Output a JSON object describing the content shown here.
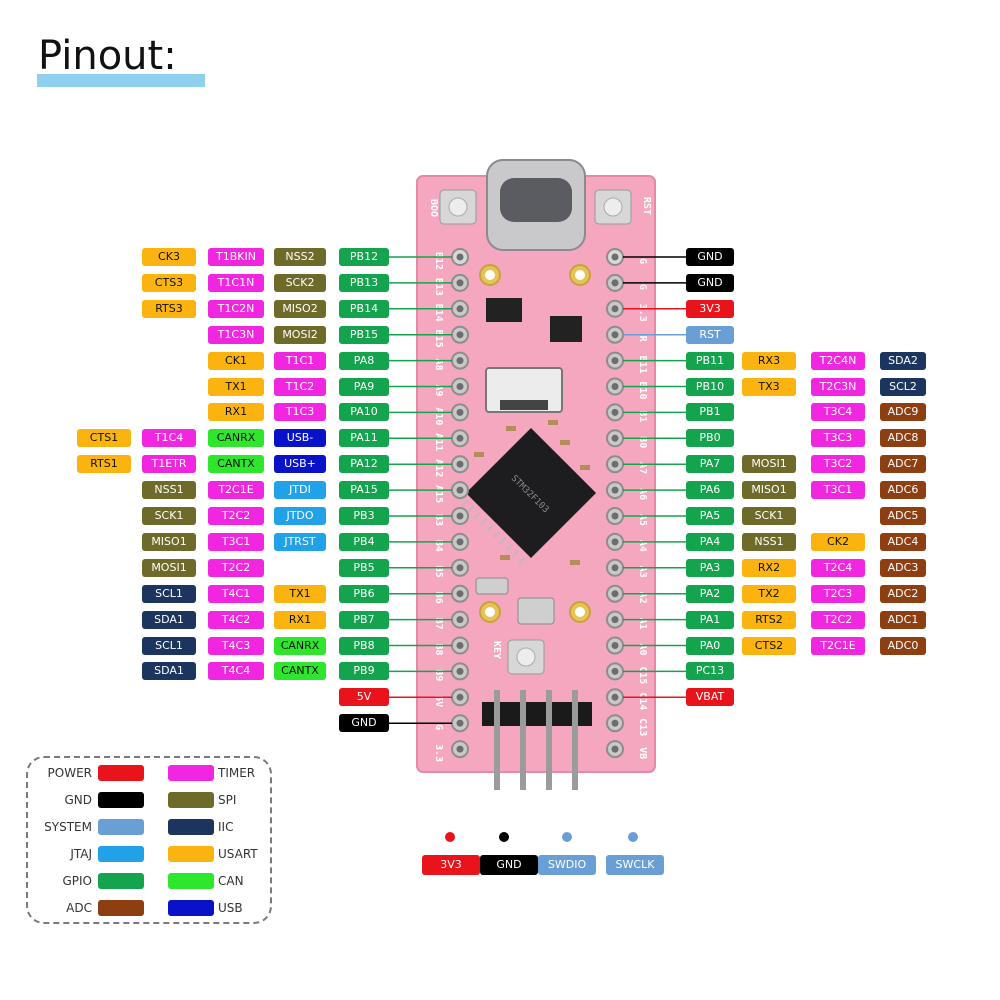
{
  "title": "Pinout:",
  "colors": {
    "POWER": "#e8131b",
    "GND": "#000000",
    "SYSTEM": "#6a9fd5",
    "JTAG": "#21a1e8",
    "GPIO": "#14a44d",
    "ADC": "#8e3f12",
    "TIMER": "#f026e0",
    "SPI": "#6e6b2a",
    "IIC": "#1c355e",
    "USART": "#fbb40f",
    "CAN": "#2ee62c",
    "USB": "#0a12c9"
  },
  "left_pins": [
    {
      "pin": "PB12",
      "funcs": [
        [
          "NSS2",
          "SPI"
        ],
        [
          "T1BKIN",
          "TIMER"
        ],
        [
          "CK3",
          "USART"
        ]
      ]
    },
    {
      "pin": "PB13",
      "funcs": [
        [
          "SCK2",
          "SPI"
        ],
        [
          "T1C1N",
          "TIMER"
        ],
        [
          "CTS3",
          "USART"
        ]
      ]
    },
    {
      "pin": "PB14",
      "funcs": [
        [
          "MISO2",
          "SPI"
        ],
        [
          "T1C2N",
          "TIMER"
        ],
        [
          "RTS3",
          "USART"
        ]
      ]
    },
    {
      "pin": "PB15",
      "funcs": [
        [
          "MOSI2",
          "SPI"
        ],
        [
          "T1C3N",
          "TIMER"
        ]
      ]
    },
    {
      "pin": "PA8",
      "funcs": [
        [
          "T1C1",
          "TIMER"
        ],
        [
          "CK1",
          "USART"
        ]
      ]
    },
    {
      "pin": "PA9",
      "funcs": [
        [
          "T1C2",
          "TIMER"
        ],
        [
          "TX1",
          "USART"
        ]
      ]
    },
    {
      "pin": "PA10",
      "funcs": [
        [
          "T1C3",
          "TIMER"
        ],
        [
          "RX1",
          "USART"
        ]
      ]
    },
    {
      "pin": "PA11",
      "funcs": [
        [
          "USB-",
          "USB"
        ],
        [
          "CANRX",
          "CAN"
        ],
        [
          "T1C4",
          "TIMER"
        ],
        [
          "CTS1",
          "USART"
        ]
      ]
    },
    {
      "pin": "PA12",
      "funcs": [
        [
          "USB+",
          "USB"
        ],
        [
          "CANTX",
          "CAN"
        ],
        [
          "T1ETR",
          "TIMER"
        ],
        [
          "RTS1",
          "USART"
        ]
      ]
    },
    {
      "pin": "PA15",
      "funcs": [
        [
          "JTDI",
          "JTAG"
        ],
        [
          "T2C1E",
          "TIMER"
        ],
        [
          "NSS1",
          "SPI"
        ]
      ]
    },
    {
      "pin": "PB3",
      "funcs": [
        [
          "JTDO",
          "JTAG"
        ],
        [
          "T2C2",
          "TIMER"
        ],
        [
          "SCK1",
          "SPI"
        ]
      ]
    },
    {
      "pin": "PB4",
      "funcs": [
        [
          "JTRST",
          "JTAG"
        ],
        [
          "T3C1",
          "TIMER"
        ],
        [
          "MISO1",
          "SPI"
        ]
      ]
    },
    {
      "pin": "PB5",
      "funcs": [
        null,
        [
          "T2C2",
          "TIMER"
        ],
        [
          "MOSI1",
          "SPI"
        ]
      ]
    },
    {
      "pin": "PB6",
      "funcs": [
        [
          "TX1",
          "USART"
        ],
        [
          "T4C1",
          "TIMER"
        ],
        [
          "SCL1",
          "IIC"
        ]
      ]
    },
    {
      "pin": "PB7",
      "funcs": [
        [
          "RX1",
          "USART"
        ],
        [
          "T4C2",
          "TIMER"
        ],
        [
          "SDA1",
          "IIC"
        ]
      ]
    },
    {
      "pin": "PB8",
      "funcs": [
        [
          "CANRX",
          "CAN"
        ],
        [
          "T4C3",
          "TIMER"
        ],
        [
          "SCL1",
          "IIC"
        ]
      ]
    },
    {
      "pin": "PB9",
      "funcs": [
        [
          "CANTX",
          "CAN"
        ],
        [
          "T4C4",
          "TIMER"
        ],
        [
          "SDA1",
          "IIC"
        ]
      ]
    },
    {
      "pin": "5V",
      "type": "POWER",
      "funcs": []
    },
    {
      "pin": "GND",
      "type": "GND",
      "funcs": []
    }
  ],
  "right_pins": [
    {
      "pin": "GND",
      "type": "GND",
      "funcs": []
    },
    {
      "pin": "GND",
      "type": "GND",
      "funcs": []
    },
    {
      "pin": "3V3",
      "type": "POWER",
      "funcs": []
    },
    {
      "pin": "RST",
      "type": "SYSTEM",
      "funcs": []
    },
    {
      "pin": "PB11",
      "funcs": [
        [
          "RX3",
          "USART"
        ],
        [
          "T2C4N",
          "TIMER"
        ],
        [
          "SDA2",
          "IIC"
        ]
      ]
    },
    {
      "pin": "PB10",
      "funcs": [
        [
          "TX3",
          "USART"
        ],
        [
          "T2C3N",
          "TIMER"
        ],
        [
          "SCL2",
          "IIC"
        ]
      ]
    },
    {
      "pin": "PB1",
      "funcs": [
        null,
        [
          "T3C4",
          "TIMER"
        ],
        [
          "ADC9",
          "ADC"
        ]
      ]
    },
    {
      "pin": "PB0",
      "funcs": [
        null,
        [
          "T3C3",
          "TIMER"
        ],
        [
          "ADC8",
          "ADC"
        ]
      ]
    },
    {
      "pin": "PA7",
      "funcs": [
        [
          "MOSI1",
          "SPI"
        ],
        [
          "T3C2",
          "TIMER"
        ],
        [
          "ADC7",
          "ADC"
        ]
      ]
    },
    {
      "pin": "PA6",
      "funcs": [
        [
          "MISO1",
          "SPI"
        ],
        [
          "T3C1",
          "TIMER"
        ],
        [
          "ADC6",
          "ADC"
        ]
      ]
    },
    {
      "pin": "PA5",
      "funcs": [
        [
          "SCK1",
          "SPI"
        ],
        null,
        [
          "ADC5",
          "ADC"
        ]
      ]
    },
    {
      "pin": "PA4",
      "funcs": [
        [
          "NSS1",
          "SPI"
        ],
        [
          "CK2",
          "USART"
        ],
        [
          "ADC4",
          "ADC"
        ]
      ]
    },
    {
      "pin": "PA3",
      "funcs": [
        [
          "RX2",
          "USART"
        ],
        [
          "T2C4",
          "TIMER"
        ],
        [
          "ADC3",
          "ADC"
        ]
      ]
    },
    {
      "pin": "PA2",
      "funcs": [
        [
          "TX2",
          "USART"
        ],
        [
          "T2C3",
          "TIMER"
        ],
        [
          "ADC2",
          "ADC"
        ]
      ]
    },
    {
      "pin": "PA1",
      "funcs": [
        [
          "RTS2",
          "USART"
        ],
        [
          "T2C2",
          "TIMER"
        ],
        [
          "ADC1",
          "ADC"
        ]
      ]
    },
    {
      "pin": "PA0",
      "funcs": [
        [
          "CTS2",
          "USART"
        ],
        [
          "T2C1E",
          "TIMER"
        ],
        [
          "ADC0",
          "ADC"
        ]
      ]
    },
    {
      "pin": "PC13",
      "funcs": []
    },
    {
      "pin": "VBAT",
      "type": "POWER",
      "funcs": []
    }
  ],
  "board": {
    "left_silk": [
      "B12",
      "B13",
      "B14",
      "B15",
      "A8",
      "A9",
      "A10",
      "A11",
      "A12",
      "A15",
      "B3",
      "B4",
      "B5",
      "B6",
      "B7",
      "B8",
      "B9",
      "5V",
      "G",
      "3.3"
    ],
    "right_silk": [
      "G",
      "G",
      "3.3",
      "R",
      "B11",
      "B10",
      "B1",
      "B0",
      "A7",
      "A6",
      "A5",
      "A4",
      "A3",
      "A2",
      "A1",
      "A0",
      "C15",
      "C14",
      "C13",
      "VB"
    ],
    "boot_label": "BOO",
    "rst_label": "RST",
    "key_label": "KEY",
    "chip_text": "STM32F103"
  },
  "swd": [
    {
      "label": "3V3",
      "type": "POWER",
      "dot": "#e8131b"
    },
    {
      "label": "GND",
      "type": "GND",
      "dot": "#000000"
    },
    {
      "label": "SWDIO",
      "type": "SYSTEM",
      "dot": "#6a9fd5"
    },
    {
      "label": "SWCLK",
      "type": "SYSTEM",
      "dot": "#6a9fd5"
    }
  ],
  "legend": [
    {
      "label": "POWER",
      "key": "POWER"
    },
    {
      "label": "TIMER",
      "key": "TIMER"
    },
    {
      "label": "GND",
      "key": "GND"
    },
    {
      "label": "SPI",
      "key": "SPI"
    },
    {
      "label": "SYSTEM",
      "key": "SYSTEM"
    },
    {
      "label": "IIC",
      "key": "IIC"
    },
    {
      "label": "JTAJ",
      "key": "JTAG"
    },
    {
      "label": "USART",
      "key": "USART"
    },
    {
      "label": "GPIO",
      "key": "GPIO"
    },
    {
      "label": "CAN",
      "key": "CAN"
    },
    {
      "label": "ADC",
      "key": "ADC"
    },
    {
      "label": "USB",
      "key": "USB"
    }
  ]
}
